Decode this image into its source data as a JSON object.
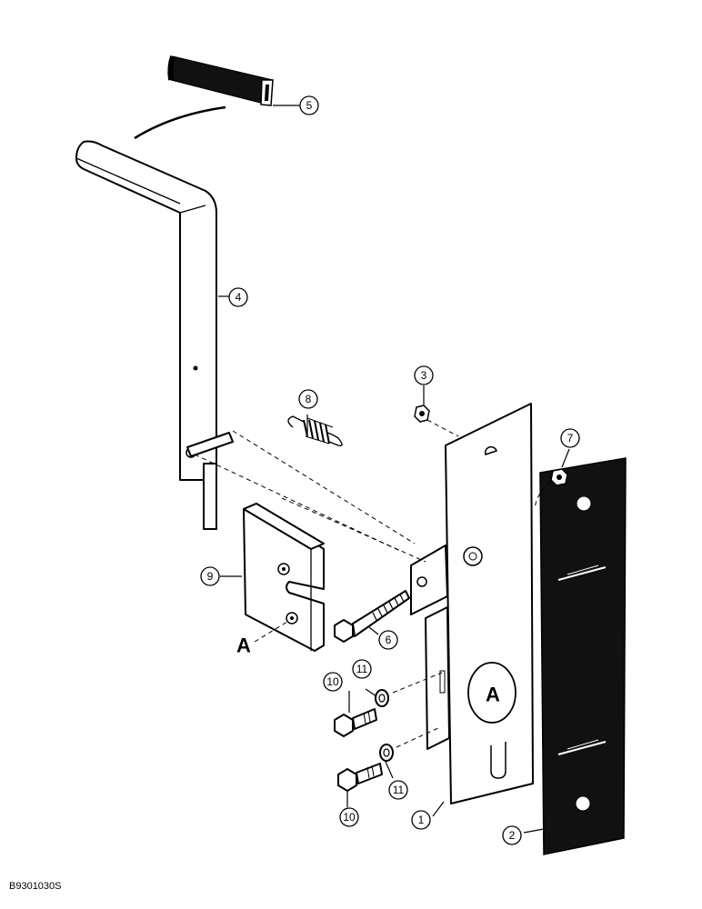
{
  "callouts": {
    "c1": "1",
    "c2": "2",
    "c3": "3",
    "c4": "4",
    "c5": "5",
    "c6": "6",
    "c7": "7",
    "c8": "8",
    "c9": "9",
    "c10a": "10",
    "c10b": "10",
    "c11a": "11",
    "c11b": "11"
  },
  "detail_labels": {
    "detail_a_left": "A",
    "detail_a_plate": "A"
  },
  "figure_code": "B9301030S"
}
